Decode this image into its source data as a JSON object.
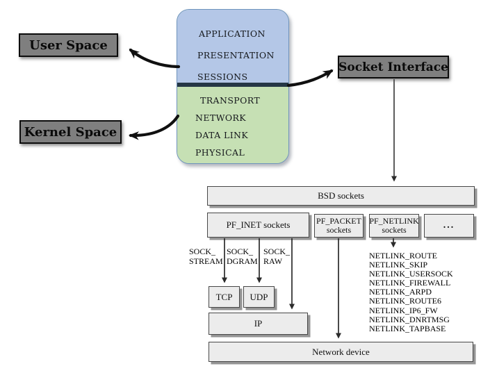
{
  "diagram": {
    "osi": {
      "user_layers": [
        "APPLICATION",
        "PRESENTATION",
        "SESSIONS"
      ],
      "kernel_layers": [
        "TRANSPORT",
        "NETWORK",
        "DATA LINK",
        "PHYSICAL"
      ]
    },
    "space_labels": {
      "user": "User Space",
      "kernel": "Kernel Space",
      "socket_interface": "Socket Interface"
    },
    "sockets": {
      "bsd": "BSD sockets",
      "pf_inet": "PF_INET sockets",
      "pf_packet": {
        "line1": "PF_PACKET",
        "line2": "sockets"
      },
      "pf_netlink": {
        "line1": "PF_NETLINK",
        "line2": "sockets"
      },
      "ellipsis": "...",
      "sock_stream": {
        "line1": "SOCK_",
        "line2": "STREAM"
      },
      "sock_dgram": {
        "line1": "SOCK_",
        "line2": "DGRAM"
      },
      "sock_raw": {
        "line1": "SOCK_",
        "line2": "RAW"
      },
      "tcp": "TCP",
      "udp": "UDP",
      "ip": "IP",
      "network_device": "Network device",
      "netlink_families": [
        "NETLINK_ROUTE",
        "NETLINK_SKIP",
        "NETLINK_USERSOCK",
        "NETLINK_FIREWALL",
        "NETLINK_ARPD",
        "NETLINK_ROUTE6",
        "NETLINK_IP6_FW",
        "NETLINK_DNRTMSG",
        "NETLINK_TAPBASE"
      ]
    },
    "colors": {
      "user_layer_bg": "#b4c7e7",
      "kernel_layer_bg": "#c6e0b4",
      "divider": "#253746",
      "space_box_bg": "#7f7f7f",
      "socket_box_bg": "#ececec"
    }
  }
}
